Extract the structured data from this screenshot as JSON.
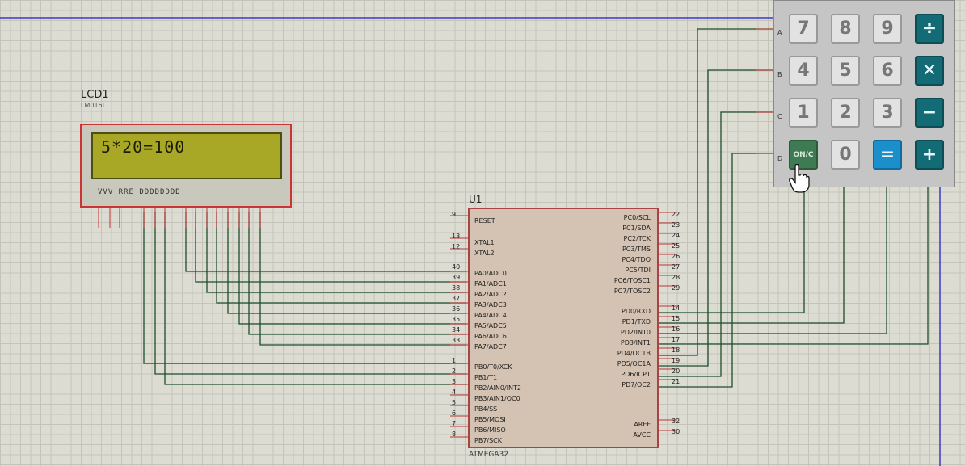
{
  "lcd": {
    "ref": "LCD1",
    "model": "LM016L",
    "display": "5*20=100",
    "pin_labels": "VVV  RRE  DDDDDDDD"
  },
  "chip": {
    "ref": "U1",
    "model": "ATMEGA32",
    "left_pins": [
      {
        "num": "9",
        "label": "RESET"
      },
      {
        "num": "13",
        "label": "XTAL1"
      },
      {
        "num": "12",
        "label": "XTAL2"
      },
      {
        "num": "40",
        "label": "PA0/ADC0"
      },
      {
        "num": "39",
        "label": "PA1/ADC1"
      },
      {
        "num": "38",
        "label": "PA2/ADC2"
      },
      {
        "num": "37",
        "label": "PA3/ADC3"
      },
      {
        "num": "36",
        "label": "PA4/ADC4"
      },
      {
        "num": "35",
        "label": "PA5/ADC5"
      },
      {
        "num": "34",
        "label": "PA6/ADC6"
      },
      {
        "num": "33",
        "label": "PA7/ADC7"
      },
      {
        "num": "1",
        "label": "PB0/T0/XCK"
      },
      {
        "num": "2",
        "label": "PB1/T1"
      },
      {
        "num": "3",
        "label": "PB2/AIN0/INT2"
      },
      {
        "num": "4",
        "label": "PB3/AIN1/OC0"
      },
      {
        "num": "5",
        "label": "PB4/SS"
      },
      {
        "num": "6",
        "label": "PB5/MOSI"
      },
      {
        "num": "7",
        "label": "PB6/MISO"
      },
      {
        "num": "8",
        "label": "PB7/SCK"
      }
    ],
    "right_pins": [
      {
        "num": "22",
        "label": "PC0/SCL"
      },
      {
        "num": "23",
        "label": "PC1/SDA"
      },
      {
        "num": "24",
        "label": "PC2/TCK"
      },
      {
        "num": "25",
        "label": "PC3/TMS"
      },
      {
        "num": "26",
        "label": "PC4/TDO"
      },
      {
        "num": "27",
        "label": "PC5/TDI"
      },
      {
        "num": "28",
        "label": "PC6/TOSC1"
      },
      {
        "num": "29",
        "label": "PC7/TOSC2"
      },
      {
        "num": "14",
        "label": "PD0/RXD"
      },
      {
        "num": "15",
        "label": "PD1/TXD"
      },
      {
        "num": "16",
        "label": "PD2/INT0"
      },
      {
        "num": "17",
        "label": "PD3/INT1"
      },
      {
        "num": "18",
        "label": "PD4/OC1B"
      },
      {
        "num": "19",
        "label": "PD5/OC1A"
      },
      {
        "num": "20",
        "label": "PD6/ICP1"
      },
      {
        "num": "21",
        "label": "PD7/OC2"
      },
      {
        "num": "32",
        "label": "AREF"
      },
      {
        "num": "30",
        "label": "AVCC"
      }
    ]
  },
  "keypad": {
    "rows": [
      "A",
      "B",
      "C",
      "D"
    ],
    "keys": [
      {
        "label": "7",
        "kind": "num"
      },
      {
        "label": "8",
        "kind": "num"
      },
      {
        "label": "9",
        "kind": "num"
      },
      {
        "label": "÷",
        "kind": "op"
      },
      {
        "label": "4",
        "kind": "num"
      },
      {
        "label": "5",
        "kind": "num"
      },
      {
        "label": "6",
        "kind": "num"
      },
      {
        "label": "✕",
        "kind": "op"
      },
      {
        "label": "1",
        "kind": "num"
      },
      {
        "label": "2",
        "kind": "num"
      },
      {
        "label": "3",
        "kind": "num"
      },
      {
        "label": "−",
        "kind": "op"
      },
      {
        "label": "ON/C",
        "kind": "on"
      },
      {
        "label": "0",
        "kind": "num"
      },
      {
        "label": "=",
        "kind": "eq"
      },
      {
        "label": "+",
        "kind": "op"
      }
    ]
  },
  "cursor_icon": "hand-pointer-icon",
  "colors": {
    "wire": "#1a5a2a",
    "border": "#cc3333",
    "lcd_screen": "#a9a826",
    "keypad_op": "#136b75"
  }
}
